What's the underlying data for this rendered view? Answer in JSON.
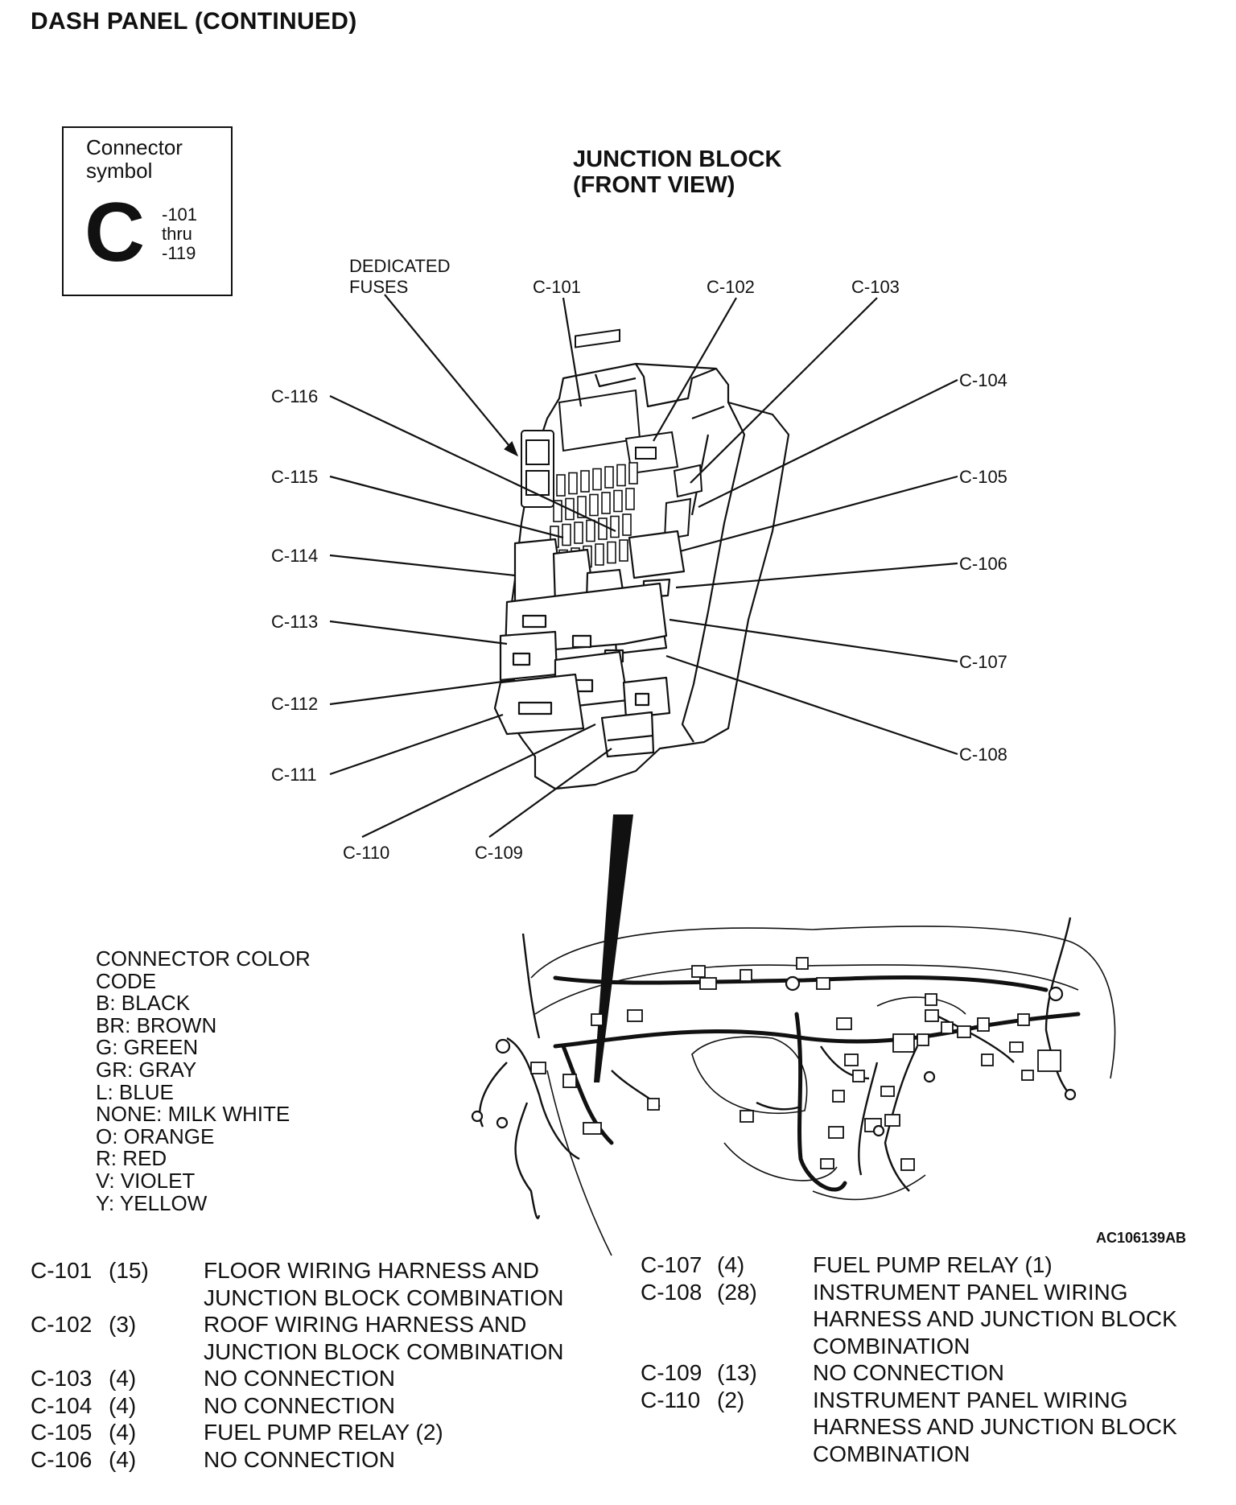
{
  "page_title": "DASH PANEL (CONTINUED)",
  "symbol": {
    "caption_line1": "Connector",
    "caption_line2": "symbol",
    "letter": "C",
    "range_line1": "-101",
    "range_line2": "thru",
    "range_line3": "-119"
  },
  "diagram": {
    "title_line1": "JUNCTION BLOCK",
    "title_line2": "(FRONT VIEW)",
    "dedicated_line1": "DEDICATED",
    "dedicated_line2": "FUSES",
    "callouts": [
      "C-101",
      "C-102",
      "C-103",
      "C-104",
      "C-105",
      "C-106",
      "C-107",
      "C-108",
      "C-109",
      "C-110",
      "C-111",
      "C-112",
      "C-113",
      "C-114",
      "C-115",
      "C-116"
    ]
  },
  "color_code": {
    "title_line1": "CONNECTOR COLOR",
    "title_line2": "CODE",
    "entries": [
      "B: BLACK",
      "BR: BROWN",
      "G: GREEN",
      "GR: GRAY",
      "L: BLUE",
      "NONE: MILK WHITE",
      "O: ORANGE",
      "R: RED",
      "V: VIOLET",
      "Y: YELLOW"
    ]
  },
  "figure_id": "AC106139AB",
  "legend_left": [
    {
      "id": "C-101",
      "pins": "(15)",
      "desc": "FLOOR WIRING HARNESS AND"
    },
    {
      "id": "",
      "pins": "",
      "desc": "JUNCTION BLOCK COMBINATION"
    },
    {
      "id": "C-102",
      "pins": "(3)",
      "desc": "ROOF WIRING HARNESS AND"
    },
    {
      "id": "",
      "pins": "",
      "desc": "JUNCTION BLOCK COMBINATION"
    },
    {
      "id": "C-103",
      "pins": "(4)",
      "desc": "NO CONNECTION"
    },
    {
      "id": "C-104",
      "pins": "(4)",
      "desc": "NO CONNECTION"
    },
    {
      "id": "C-105",
      "pins": "(4)",
      "desc": "FUEL PUMP RELAY (2)"
    },
    {
      "id": "C-106",
      "pins": "(4)",
      "desc": "NO CONNECTION"
    }
  ],
  "legend_right": [
    {
      "id": "C-107",
      "pins": "(4)",
      "desc": "FUEL PUMP RELAY (1)"
    },
    {
      "id": "C-108",
      "pins": "(28)",
      "desc": "INSTRUMENT PANEL WIRING"
    },
    {
      "id": "",
      "pins": "",
      "desc": "HARNESS AND JUNCTION BLOCK"
    },
    {
      "id": "",
      "pins": "",
      "desc": "COMBINATION"
    },
    {
      "id": "C-109",
      "pins": "(13)",
      "desc": "NO CONNECTION"
    },
    {
      "id": "C-110",
      "pins": "(2)",
      "desc": "INSTRUMENT PANEL WIRING"
    },
    {
      "id": "",
      "pins": "",
      "desc": "HARNESS AND JUNCTION BLOCK"
    },
    {
      "id": "",
      "pins": "",
      "desc": "COMBINATION"
    }
  ]
}
